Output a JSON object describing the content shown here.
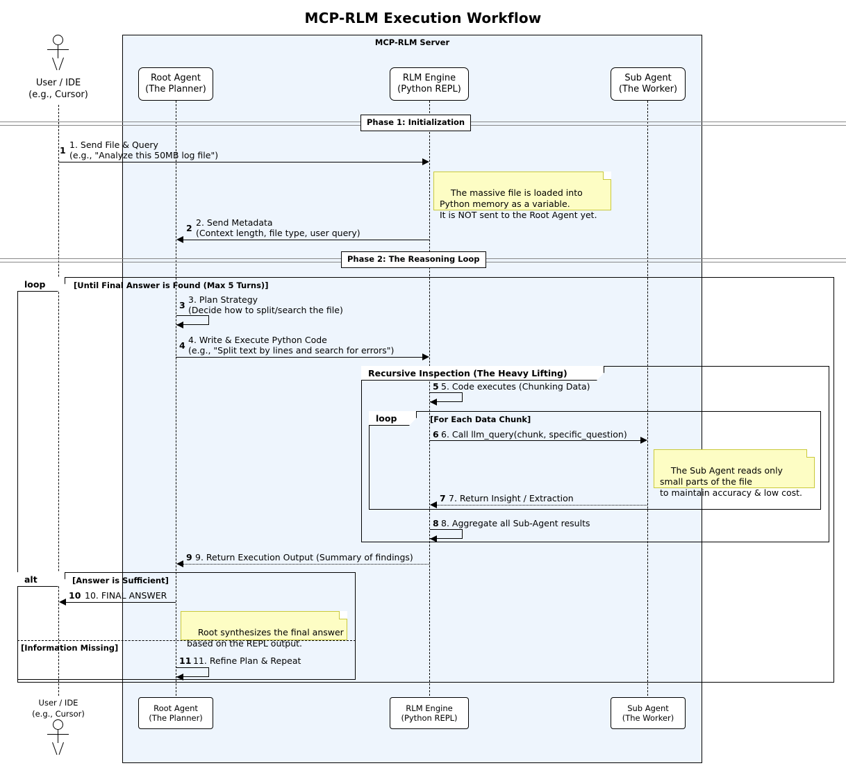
{
  "title": "MCP-RLM Execution Workflow",
  "group_box": {
    "label": "MCP-RLM Server"
  },
  "participants": [
    {
      "id": "user",
      "kind": "actor",
      "line1": "User / IDE",
      "line2": "(e.g., Cursor)"
    },
    {
      "id": "root",
      "kind": "box",
      "line1": "Root Agent",
      "line2": "(The Planner)"
    },
    {
      "id": "rlm",
      "kind": "box",
      "line1": "RLM Engine",
      "line2": "(Python REPL)"
    },
    {
      "id": "sub",
      "kind": "box",
      "line1": "Sub Agent",
      "line2": "(The Worker)"
    }
  ],
  "dividers": [
    {
      "id": "phase1",
      "label": "Phase 1: Initialization"
    },
    {
      "id": "phase2",
      "label": "Phase 2: The Reasoning Loop"
    }
  ],
  "frames": [
    {
      "id": "outer-loop",
      "type": "loop",
      "condition": "[Until Final Answer is Found (Max 5 Turns)]"
    },
    {
      "id": "recursive",
      "type": "group",
      "condition": "Recursive Inspection (The Heavy Lifting)"
    },
    {
      "id": "chunk-loop",
      "type": "loop",
      "condition": "[For Each Data Chunk]"
    },
    {
      "id": "alt",
      "type": "alt",
      "condition": "[Answer is Sufficient]",
      "condition2": "[Information Missing]"
    }
  ],
  "messages": [
    {
      "num": "1",
      "text": "1. Send File & Query\n(e.g., \"Analyze this 50MB log file\")"
    },
    {
      "num": "2",
      "text": "2. Send Metadata\n(Context length, file type, user query)"
    },
    {
      "num": "3",
      "text": "3. Plan Strategy\n(Decide how to split/search the file)"
    },
    {
      "num": "4",
      "text": "4. Write & Execute Python Code\n(e.g., \"Split text by lines and search for errors\")"
    },
    {
      "num": "5",
      "text": "5. Code executes (Chunking Data)"
    },
    {
      "num": "6",
      "text": "6. Call llm_query(chunk, specific_question)"
    },
    {
      "num": "7",
      "text": "7. Return Insight / Extraction"
    },
    {
      "num": "8",
      "text": "8. Aggregate all Sub-Agent results"
    },
    {
      "num": "9",
      "text": "9. Return Execution Output (Summary of findings)"
    },
    {
      "num": "10",
      "text": "10. FINAL ANSWER"
    },
    {
      "num": "11",
      "text": "11. Refine Plan & Repeat"
    }
  ],
  "notes": [
    {
      "id": "note-memory",
      "text": "The massive file is loaded into\nPython memory as a variable.\nIt is NOT sent to the Root Agent yet."
    },
    {
      "id": "note-subagent",
      "text": "The Sub Agent reads only\nsmall parts of the file\nto maintain accuracy & low cost."
    },
    {
      "id": "note-synthesis",
      "text": "Root synthesizes the final answer\nbased on the REPL output."
    }
  ],
  "colors": {
    "group_fill": "#eef5fd",
    "note_fill": "#fdfdc4",
    "note_border": "#c9c93a",
    "line": "#000000",
    "divider": "#888888"
  }
}
